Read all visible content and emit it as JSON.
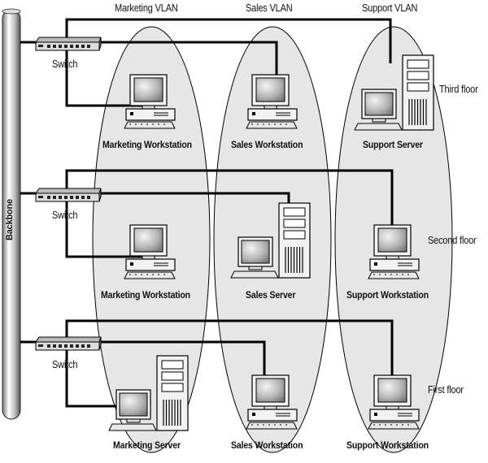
{
  "diagram": {
    "title": "VLANs spanning multiple floors",
    "backbone_label": "Backbone",
    "vlans": [
      {
        "id": "marketing",
        "label": "Marketing VLAN"
      },
      {
        "id": "sales",
        "label": "Sales VLAN"
      },
      {
        "id": "support",
        "label": "Support VLAN"
      }
    ],
    "floors": [
      {
        "id": "third",
        "label": "Third floor",
        "switch_label": "Switch",
        "devices": [
          {
            "vlan": "marketing",
            "type": "workstation",
            "label": "Marketing Workstation"
          },
          {
            "vlan": "sales",
            "type": "workstation",
            "label": "Sales Workstation"
          },
          {
            "vlan": "support",
            "type": "server",
            "label": "Support Server"
          }
        ]
      },
      {
        "id": "second",
        "label": "Second floor",
        "switch_label": "Switch",
        "devices": [
          {
            "vlan": "marketing",
            "type": "workstation",
            "label": "Marketing Workstation"
          },
          {
            "vlan": "sales",
            "type": "server",
            "label": "Sales Server"
          },
          {
            "vlan": "support",
            "type": "workstation",
            "label": "Support Workstation"
          }
        ]
      },
      {
        "id": "first",
        "label": "First floor",
        "switch_label": "Switch",
        "devices": [
          {
            "vlan": "marketing",
            "type": "server",
            "label": "Marketing Server"
          },
          {
            "vlan": "sales",
            "type": "workstation",
            "label": "Sales Workstation"
          },
          {
            "vlan": "support",
            "type": "workstation",
            "label": "Support Workstation"
          }
        ]
      }
    ],
    "colors": {
      "line": "#000000",
      "vlan_fill": "#e6e6e6",
      "monitor_screen": "#9a9a9a",
      "device_body": "#f2f2f2"
    }
  }
}
